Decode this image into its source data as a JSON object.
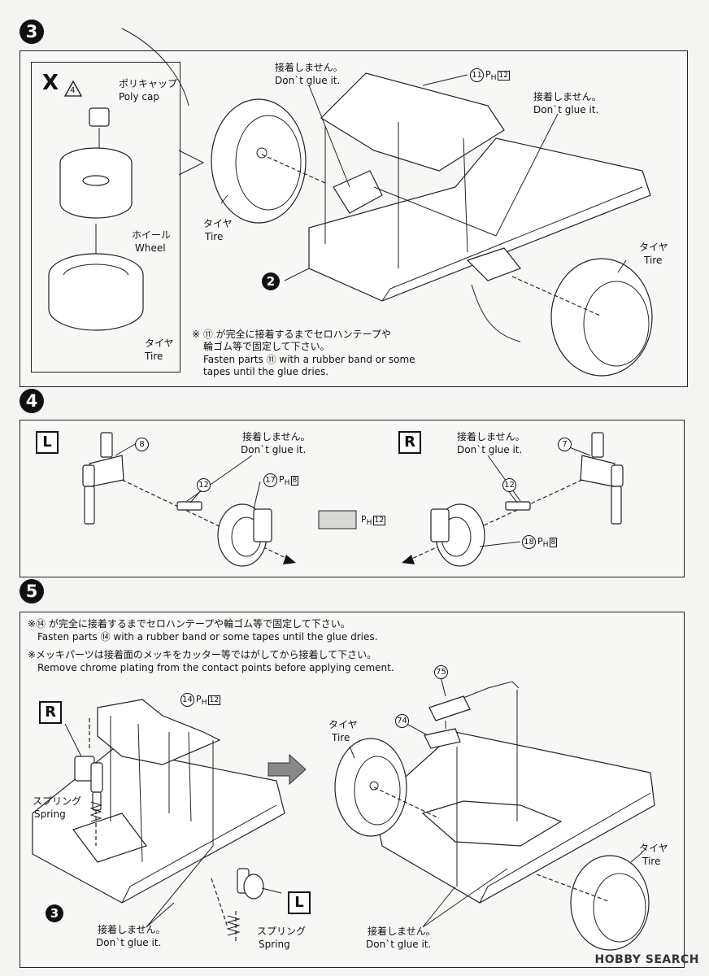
{
  "steps": {
    "s3": {
      "number": "3",
      "inset_marker": "X",
      "inset_warn_num": "4",
      "polycap_ja": "ポリキャップ",
      "polycap_en": "Poly cap",
      "wheel_ja": "ホイール",
      "wheel_en": "Wheel",
      "tire_ja": "タイヤ",
      "tire_en": "Tire",
      "noglue_ja": "接着しません。",
      "noglue_en": "Don`t glue it.",
      "part11": "11",
      "part11_runner": "12",
      "ref2": "2",
      "note_ja": "※ ⑪ が完全に接着するまでセロハンテープや",
      "note_ja2": "輪ゴム等で固定して下さい。",
      "note_en": "Fasten parts ⑪ with a rubber band or some",
      "note_en2": "tapes until the glue dries."
    },
    "s4": {
      "number": "4",
      "left_badge": "L",
      "right_badge": "R",
      "noglue_ja": "接着しません。",
      "noglue_en": "Don`t glue it.",
      "p8": "8",
      "p7": "7",
      "p12a": "12",
      "p12b": "12",
      "p17": "17",
      "p17_runner": "8",
      "p18": "18",
      "p18_runner": "8",
      "chrome_runner": "12"
    },
    "s5": {
      "number": "5",
      "note1_ja": "※⑭ が完全に接着するまでセロハンテープや輪ゴム等で固定して下さい。",
      "note1_en": "Fasten parts ⑭ with a rubber band or some tapes until the glue dries.",
      "note2_ja": "※メッキパーツは接着面のメッキをカッター等ではがしてから接着して下さい。",
      "note2_en": "Remove chrome plating from the contact points before applying cement.",
      "p14": "14",
      "p14_runner": "12",
      "p75": "75",
      "p74": "74",
      "right_badge": "R",
      "left_badge": "L",
      "spring_ja": "スプリング",
      "spring_en": "Spring",
      "tire_ja": "タイヤ",
      "tire_en": "Tire",
      "noglue_ja": "接着しません。",
      "noglue_en": "Don`t glue it.",
      "ref3": "3"
    }
  },
  "watermark": "HOBBY SEARCH",
  "colors": {
    "ink": "#111111",
    "paper": "#f4f4f2",
    "chrome": "#d8d8d6"
  }
}
